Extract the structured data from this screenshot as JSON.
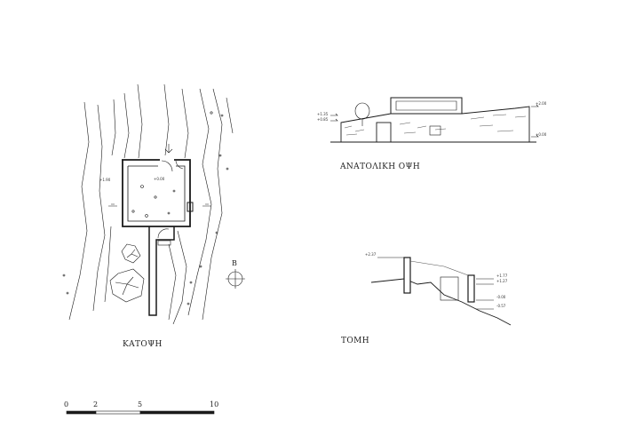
{
  "plan": {
    "title": "ΚΑΤΟΨΗ",
    "north_letter": "Β",
    "spot_levels": [
      "+1.90",
      "+0.00"
    ]
  },
  "elevation": {
    "title": "ΑΝΑΤΟΛΙΚΗ ΟΨΗ",
    "levels": [
      "+1.35",
      "+0.85",
      "+2.00",
      "+0.00"
    ]
  },
  "section": {
    "title": "ΤΟΜΗ",
    "levels": [
      "+2.37",
      "+1.77",
      "+1.27",
      "-0.00",
      "-0.57"
    ]
  },
  "scale_bar": {
    "ticks": [
      "0",
      "2",
      "5",
      "10"
    ]
  },
  "colors": {
    "ink": "#1a1a1a",
    "hatch": "#555555",
    "paper": "#ffffff"
  }
}
